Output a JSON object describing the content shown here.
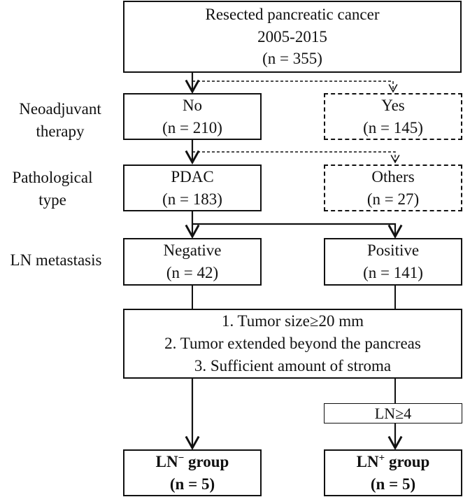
{
  "side_labels": {
    "neoadjuvant_line1": "Neoadjuvant",
    "neoadjuvant_line2": "therapy",
    "pathological_line1": "Pathological",
    "pathological_line2": "type",
    "ln_metastasis": "LN metastasis"
  },
  "boxes": {
    "root": {
      "line1": "Resected pancreatic cancer",
      "line2": "2005-2015",
      "line3": "(n = 355)"
    },
    "no": {
      "line1": "No",
      "line2": "(n = 210)"
    },
    "yes": {
      "line1": "Yes",
      "line2": "(n = 145)"
    },
    "pdac": {
      "line1": "PDAC",
      "line2": "(n = 183)"
    },
    "others": {
      "line1": "Others",
      "line2": "(n = 27)"
    },
    "negative": {
      "line1": "Negative",
      "line2": "(n = 42)"
    },
    "positive": {
      "line1": "Positive",
      "line2": "(n = 141)"
    },
    "criteria": {
      "line1": "1. Tumor size≥20 mm",
      "line2": "2. Tumor extended beyond the pancreas",
      "line3": "3. Sufficient amount of stroma"
    },
    "ln4": {
      "label": "LN≥4"
    },
    "ln_neg_group": {
      "prefix": "LN",
      "sup": "−",
      "suffix": " group",
      "n": "(n = 5)"
    },
    "ln_pos_group": {
      "prefix": "LN",
      "sup": "+",
      "suffix": " group",
      "n": "(n = 5)"
    }
  }
}
